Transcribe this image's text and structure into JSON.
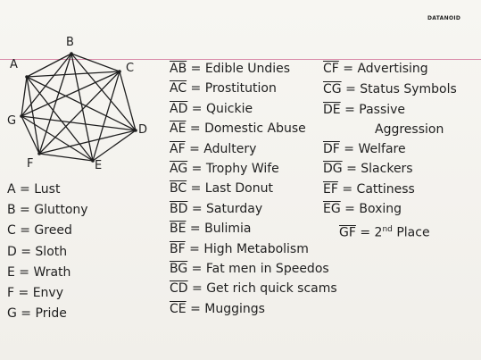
{
  "brand": "DATANOID",
  "vertices": {
    "A": "A",
    "B": "B",
    "C": "C",
    "D": "D",
    "E": "E",
    "F": "F",
    "G": "G"
  },
  "legend": [
    {
      "letter": "A",
      "sin": "Lust"
    },
    {
      "letter": "B",
      "sin": "Gluttony"
    },
    {
      "letter": "C",
      "sin": "Greed"
    },
    {
      "letter": "D",
      "sin": "Sloth"
    },
    {
      "letter": "E",
      "sin": "Wrath"
    },
    {
      "letter": "F",
      "sin": "Envy"
    },
    {
      "letter": "G",
      "sin": "Pride"
    }
  ],
  "edges_col1": [
    {
      "pair": "AB",
      "label": "Edible Undies"
    },
    {
      "pair": "AC",
      "label": "Prostitution"
    },
    {
      "pair": "AD",
      "label": "Quickie"
    },
    {
      "pair": "AE",
      "label": "Domestic Abuse"
    },
    {
      "pair": "AF",
      "label": "Adultery"
    },
    {
      "pair": "AG",
      "label": "Trophy Wife"
    },
    {
      "pair": "BC",
      "label": "Last Donut"
    },
    {
      "pair": "BD",
      "label": "Saturday"
    },
    {
      "pair": "BE",
      "label": "Bulimia"
    },
    {
      "pair": "BF",
      "label": "High Metabolism"
    },
    {
      "pair": "BG",
      "label": "Fat men in Speedos"
    },
    {
      "pair": "CD",
      "label": "Get rich quick scams"
    },
    {
      "pair": "CE",
      "label": "Muggings"
    }
  ],
  "edges_col2": [
    {
      "pair": "CF",
      "label": "Advertising"
    },
    {
      "pair": "CG",
      "label": "Status Symbols"
    },
    {
      "pair": "DE",
      "label": "Passive",
      "label2": "Aggression"
    },
    {
      "pair": "DF",
      "label": "Welfare"
    },
    {
      "pair": "DG",
      "label": "Slackers"
    },
    {
      "pair": "EF",
      "label": "Cattiness"
    },
    {
      "pair": "EG",
      "label": "Boxing"
    },
    {
      "pair": "GF",
      "label": "2",
      "sup": "nd",
      "label_tail": "Place"
    }
  ],
  "colors": {
    "ink": "#1e1e1e",
    "margin_line": "#d98aa8",
    "paper": "#f4f2ee"
  }
}
